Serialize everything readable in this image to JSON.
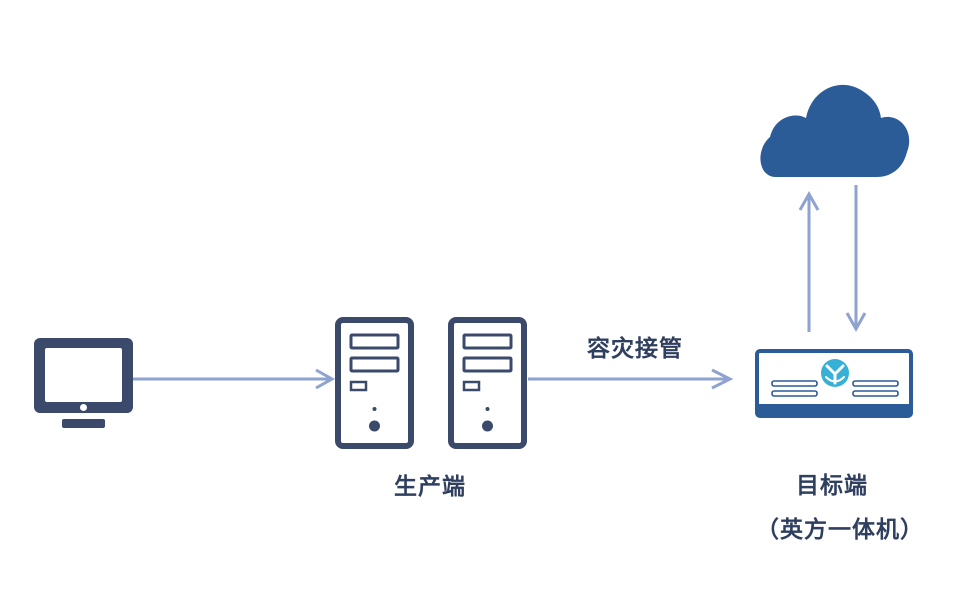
{
  "labels": {
    "producer": "生产端",
    "link": "容灾接管",
    "target": "目标端",
    "target_sub": "（英方一体机）"
  },
  "colors": {
    "dark_navy": "#3b4a6b",
    "cloud_blue": "#2b5c97",
    "arrow": "#8ea3cf",
    "logo_teal": "#37b0d6",
    "text": "#2f3f5f"
  },
  "icons": {
    "client": "monitor-icon",
    "producer_left": "server-tower-icon",
    "producer_right": "server-tower-icon",
    "target": "appliance-icon",
    "cloud": "cloud-icon"
  }
}
